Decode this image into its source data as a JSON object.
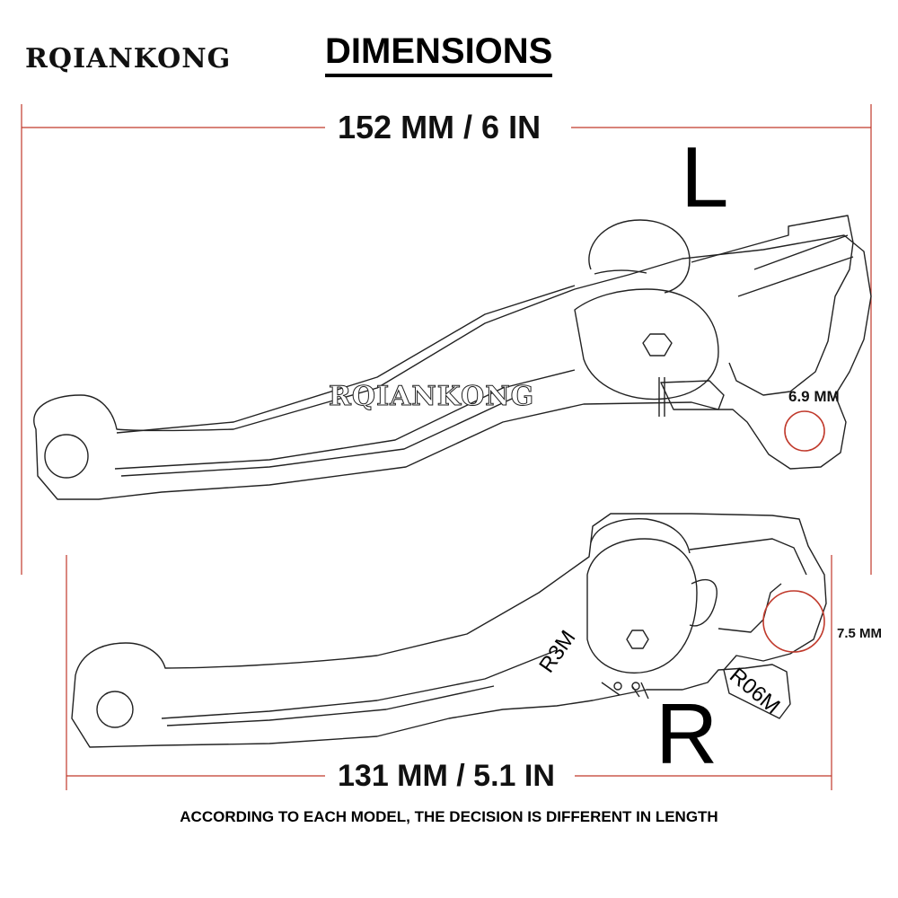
{
  "header": {
    "brand": "RQIANKONG",
    "title": "DIMENSIONS"
  },
  "dimensions": {
    "left_lever_length": "152 MM / 6 IN",
    "right_lever_length": "131 MM / 5.1 IN",
    "left_hole": "6.9 MM",
    "right_hole": "7.5 MM"
  },
  "levers": {
    "left_letter": "L",
    "right_letter": "R",
    "watermark": "RQIANKONG",
    "right_codes": [
      "R3M",
      "R06M"
    ]
  },
  "footer": {
    "note": "ACCORDING TO EACH MODEL, THE DECISION IS DIFFERENT IN LENGTH"
  },
  "colors": {
    "dimension_line": "#c0392b",
    "hole_marker": "#c0392b",
    "outline": "#222222"
  }
}
